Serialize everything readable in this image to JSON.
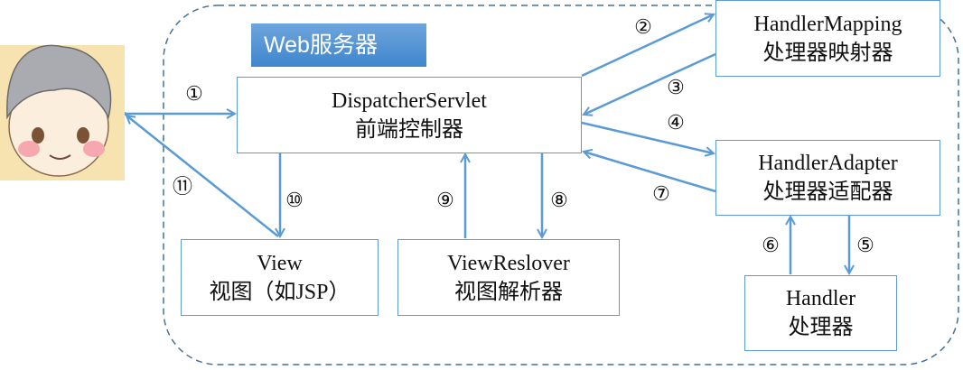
{
  "container_label": "Web服务器",
  "nodes": {
    "dispatcher": {
      "title": "DispatcherServlet",
      "subtitle": "前端控制器"
    },
    "handler_mapping": {
      "title": "HandlerMapping",
      "subtitle": "处理器映射器"
    },
    "handler_adapter": {
      "title": "HandlerAdapter",
      "subtitle": "处理器适配器"
    },
    "handler": {
      "title": "Handler",
      "subtitle": "处理器"
    },
    "view": {
      "title": "View",
      "subtitle": "视图（如JSP）"
    },
    "view_resolver": {
      "title": "ViewReslover",
      "subtitle": "视图解析器"
    }
  },
  "steps": [
    "①",
    "②",
    "③",
    "④",
    "⑤",
    "⑥",
    "⑦",
    "⑧",
    "⑨",
    "⑩",
    "⑪"
  ],
  "colors": {
    "arrow": "#5b9bd5",
    "border": "#5b9bd5",
    "container": "#41719c"
  },
  "user_icon": "cartoon-user-avatar"
}
